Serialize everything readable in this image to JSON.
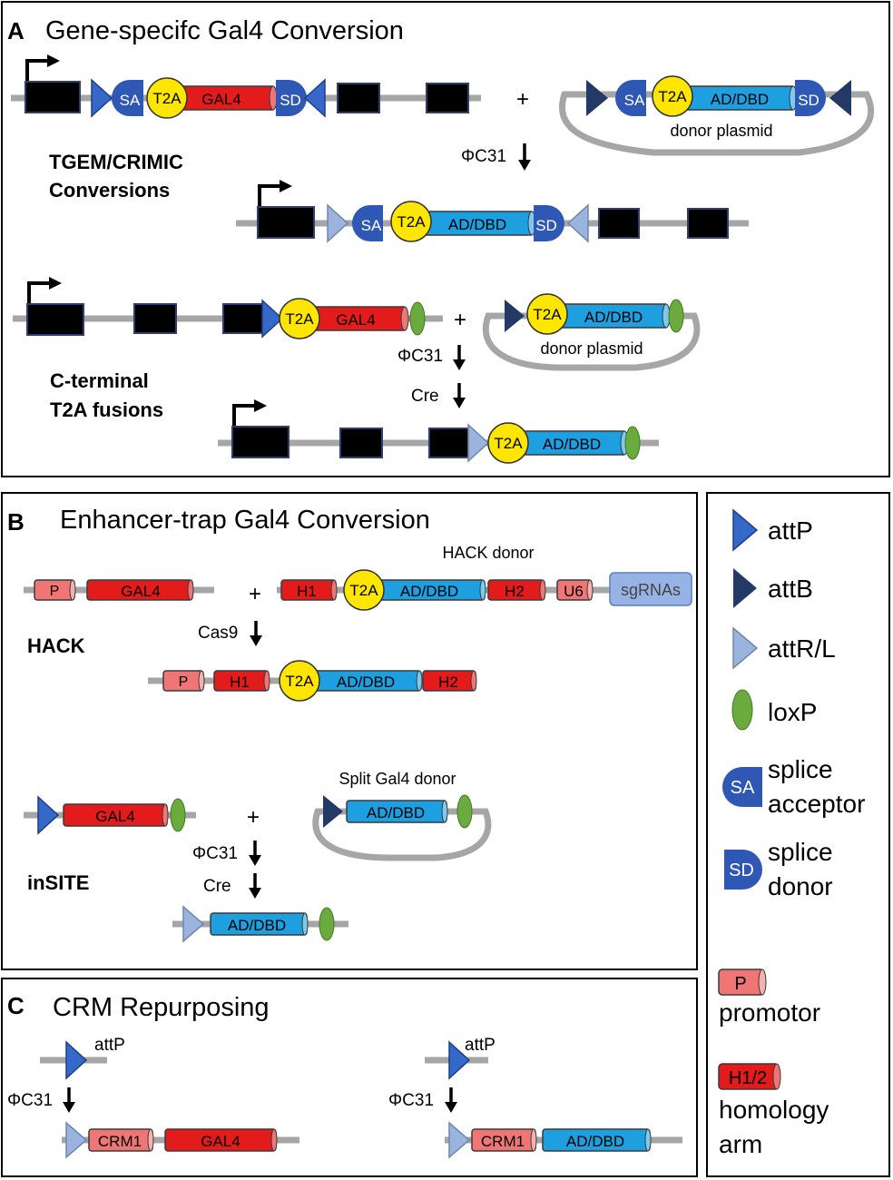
{
  "panel_a": {
    "letter": "A",
    "title": "Gene-specifc Gal4 Conversion",
    "row1_label_line1": "TGEM/CRIMIC",
    "row1_label_line2": "Conversions",
    "row2_label_line1": "C-terminal",
    "row2_label_line2": "T2A fusions"
  },
  "panel_b": {
    "letter": "B",
    "title": "Enhancer-trap Gal4 Conversion",
    "hack_label": "HACK",
    "hack_donor_label": "HACK donor",
    "insite_label": "inSITE",
    "split_donor_label": "Split Gal4 donor"
  },
  "panel_c": {
    "letter": "C",
    "title": "CRM Repurposing"
  },
  "common": {
    "sa": "SA",
    "sd": "SD",
    "t2a": "T2A",
    "gal4": "GAL4",
    "ad_dbd": "AD/DBD",
    "p": "P",
    "h1": "H1",
    "h2": "H2",
    "u6": "U6",
    "sgrnas": "sgRNAs",
    "crm1": "CRM1",
    "attp": "attP",
    "plus": "+",
    "donor_plasmid": "donor plasmid",
    "phic31": "ΦC31",
    "cre": "Cre",
    "cas9": "Cas9"
  },
  "legend": {
    "attp": "attP",
    "attb": "attB",
    "attrl": "attR/L",
    "loxp": "loxP",
    "sa_symbol": "SA",
    "sa_line1": "splice",
    "sa_line2": "acceptor",
    "sd_symbol": "SD",
    "sd_line1": "splice",
    "sd_line2": "donor",
    "p_symbol": "P",
    "p_text": "promotor",
    "h_symbol": "H1/2",
    "h_line1": "homology",
    "h_line2": "arm"
  },
  "colors": {
    "gal4_red": "#e31b1b",
    "light_red": "#f07575",
    "blue_cyl": "#1e9fe0",
    "blue_dark": "#2f58b5",
    "attp_blue": "#3568c8",
    "attb_navy": "#243a66",
    "attrl_light": "#9bb4dd",
    "loxp_green": "#6aaa3e",
    "t2a_yellow": "#ffe600",
    "backbone_gray": "#a6a6a6",
    "sgrna_box": "#97b3e6"
  }
}
